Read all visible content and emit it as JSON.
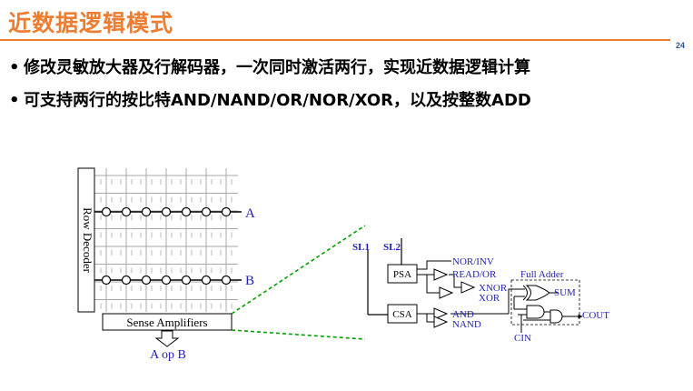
{
  "slide": {
    "title": "近数据逻辑模式",
    "page_number": "24",
    "bullets": [
      "修改灵敏放大器及行解码器，一次同时激活两行，实现近数据逻辑计算",
      "可支持两行的按比特AND/NAND/OR/NOR/XOR，以及按整数ADD"
    ]
  },
  "left_diagram": {
    "row_decoder": "Row Decoder",
    "row_a": "A",
    "row_b": "B",
    "sense_amplifiers": "Sense Amplifiers",
    "output": "A op B"
  },
  "right_diagram": {
    "sl1": "SL1",
    "sl2": "SL2",
    "psa": "PSA",
    "csa": "CSA",
    "nor_inv": "NOR/INV",
    "read_or": "READ/OR",
    "xnor": "XNOR",
    "xor": "XOR",
    "and": "AND",
    "nand": "NAND",
    "full_adder": "Full Adder",
    "sum": "SUM",
    "cout": "COUT",
    "cin": "CIN"
  },
  "colors": {
    "title": "#ed7d31",
    "label_blue": "#1f1fb4",
    "connector_green": "#00a000",
    "grid": "#9a9a9a"
  }
}
